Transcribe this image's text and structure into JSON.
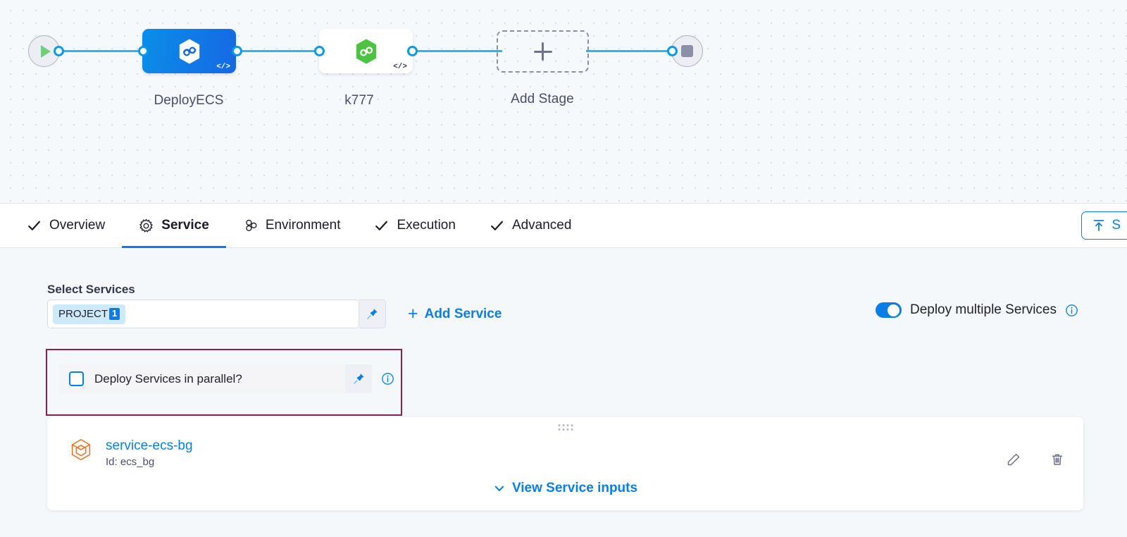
{
  "canvas": {
    "start_node": "start-play",
    "end_node": "end-stop",
    "stages": [
      {
        "label": "DeployECS",
        "icon": "harness-hexagon-infinity-icon",
        "code_badge": "</>",
        "selected": true
      },
      {
        "label": "k777",
        "icon": "harness-hexagon-infinity-icon",
        "code_badge": "</>",
        "selected": false
      }
    ],
    "add_stage_label": "Add Stage"
  },
  "tabs": [
    {
      "label": "Overview",
      "icon": "check-icon",
      "active": false
    },
    {
      "label": "Service",
      "icon": "gear-icon",
      "active": true
    },
    {
      "label": "Environment",
      "icon": "cluster-icon",
      "active": false
    },
    {
      "label": "Execution",
      "icon": "check-icon",
      "active": false
    },
    {
      "label": "Advanced",
      "icon": "check-icon",
      "active": false
    }
  ],
  "toolbar": {
    "save_template_label": "S",
    "save_template_icon": "save-template-icon"
  },
  "service_section": {
    "title": "Select Services",
    "select_services": {
      "chip_label": "PROJECT",
      "chip_count": "1",
      "placeholder": "",
      "pin_icon": "pin-icon"
    },
    "add_service_label": "Add Service",
    "add_service_plus": "+",
    "deploy_multiple": {
      "label": "Deploy multiple Services",
      "enabled": true,
      "info_icon": "info-icon"
    },
    "parallel": {
      "label": "Deploy Services in parallel?",
      "checked": false,
      "pin_icon": "pin-icon",
      "info_icon": "info-icon",
      "highlight_color": "#8c1f4f"
    },
    "service_card": {
      "name": "service-ecs-bg",
      "id_text": "Id: ecs_bg",
      "icon": "service-hexagon-icon",
      "edit_icon": "pencil-icon",
      "delete_icon": "trash-icon",
      "drag_handle_icon": "drag-dots-icon",
      "view_inputs_label": "View Service inputs",
      "view_inputs_chevron": "chevron-down-icon"
    }
  },
  "colors": {
    "accent_blue": "#0b7ee5",
    "edge_blue": "#29b5f6",
    "canvas_bg": "#f6f9fb",
    "panel_bg": "#f4f8fb",
    "highlight": "#8c1f4f",
    "service_icon_orange": "#e8762c",
    "stage_green": "#4ec241"
  }
}
